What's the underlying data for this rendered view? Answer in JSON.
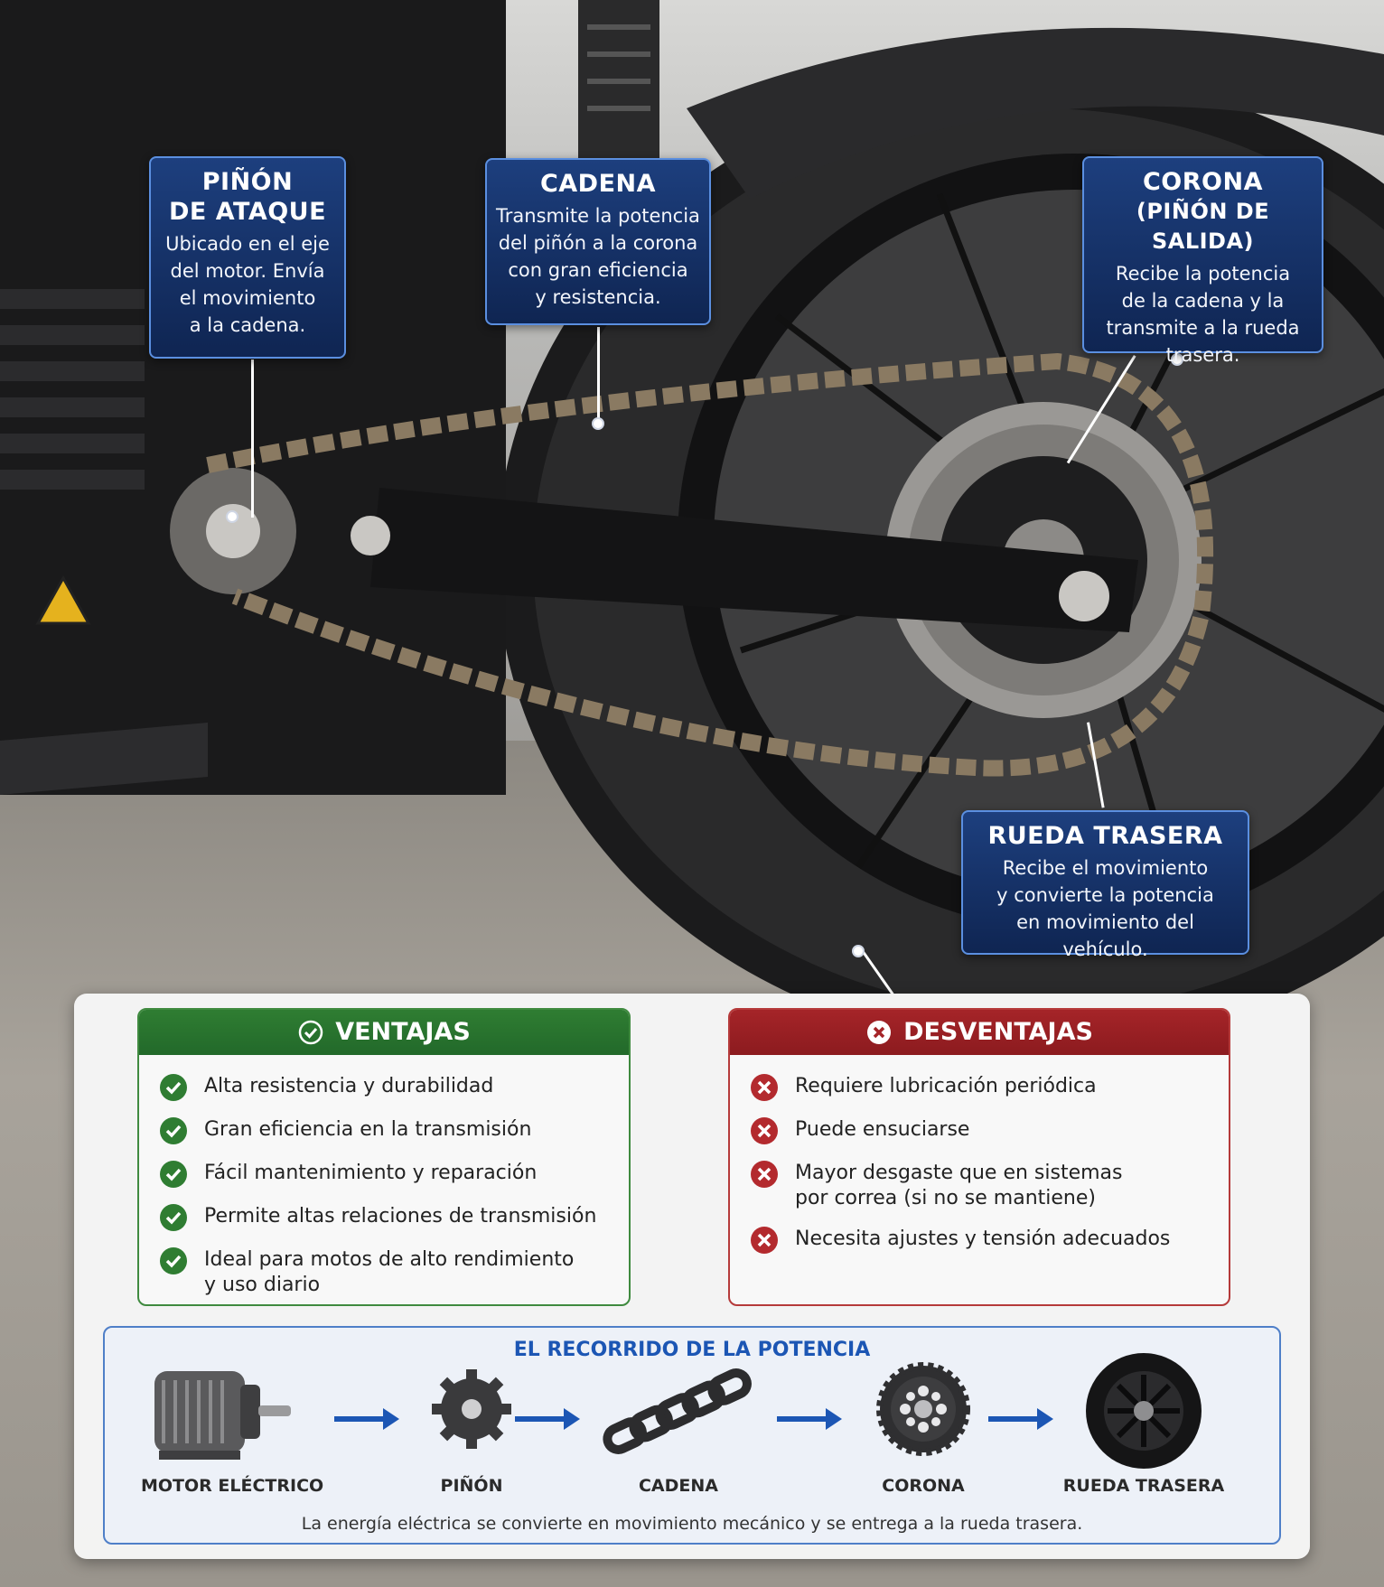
{
  "callouts": {
    "pinon": {
      "title_1": "PIÑÓN",
      "title_2": "DE ATAQUE",
      "desc": [
        "Ubicado en el eje",
        "del motor. Envía",
        "el movimiento",
        "a la cadena."
      ]
    },
    "cadena": {
      "title_1": "CADENA",
      "desc": [
        "Transmite la potencia",
        "del piñón a la corona",
        "con gran eficiencia",
        "y resistencia."
      ]
    },
    "corona": {
      "title_1": "CORONA",
      "title_2": "(PIÑÓN DE SALIDA)",
      "desc": [
        "Recibe la potencia",
        "de la cadena y la",
        "transmite a la rueda",
        "trasera."
      ]
    },
    "rueda": {
      "title_1": "RUEDA TRASERA",
      "desc": [
        "Recibe el movimiento",
        "y convierte la potencia",
        "en movimiento del vehículo."
      ]
    }
  },
  "ventajas": {
    "title": "VENTAJAS",
    "items": [
      [
        "Alta resistencia y durabilidad"
      ],
      [
        "Gran eficiencia en la transmisión"
      ],
      [
        "Fácil mantenimiento y reparación"
      ],
      [
        "Permite altas relaciones de transmisión"
      ],
      [
        "Ideal para motos de alto rendimiento",
        "y uso diario"
      ]
    ]
  },
  "desventajas": {
    "title": "DESVENTAJAS",
    "items": [
      [
        "Requiere lubricación periódica"
      ],
      [
        "Puede ensuciarse"
      ],
      [
        "Mayor desgaste que en sistemas",
        "por correa (si no se mantiene)"
      ],
      [
        "Necesita ajustes y tensión adecuados"
      ]
    ]
  },
  "flow": {
    "title": "EL RECORRIDO DE LA POTENCIA",
    "steps": [
      "MOTOR ELÉCTRICO",
      "PIÑÓN",
      "CADENA",
      "CORONA",
      "RUEDA TRASERA"
    ],
    "note": "La energía eléctrica se convierte en movimiento mecánico y se entrega a la rueda trasera."
  },
  "colors": {
    "callout_bg": "#1d3f7e",
    "callout_border": "#5b8fe0",
    "pros": "#2f7d32",
    "cons": "#a52428",
    "flow_accent": "#1c56b4"
  },
  "icons": [
    "check-icon",
    "cross-icon",
    "warning-icon",
    "arrow-right-icon"
  ]
}
